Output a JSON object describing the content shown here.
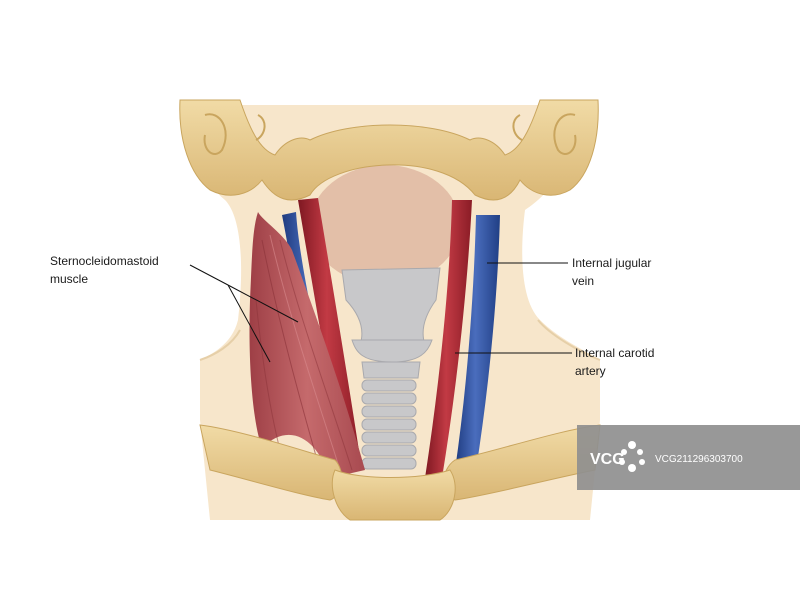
{
  "labels": {
    "scm_line1": "Sternocleidomastoid",
    "scm_line2": "muscle",
    "ijv_line1": "Internal jugular",
    "ijv_line2": "vein",
    "ica_line1": "Internal carotid",
    "ica_line2": "artery"
  },
  "watermark": {
    "brand": "VCG",
    "code": "VCG211296303700"
  },
  "colors": {
    "skin": "#f7e6cb",
    "bone": "#e6c98c",
    "bone_shadow": "#c9a55e",
    "muscle": "#b8555a",
    "artery": "#a8242f",
    "vein": "#2c4f9c",
    "larynx": "#c8c8ca",
    "pharynx": "#e3bfa8",
    "watermark_bg": "#8f8f8f"
  }
}
